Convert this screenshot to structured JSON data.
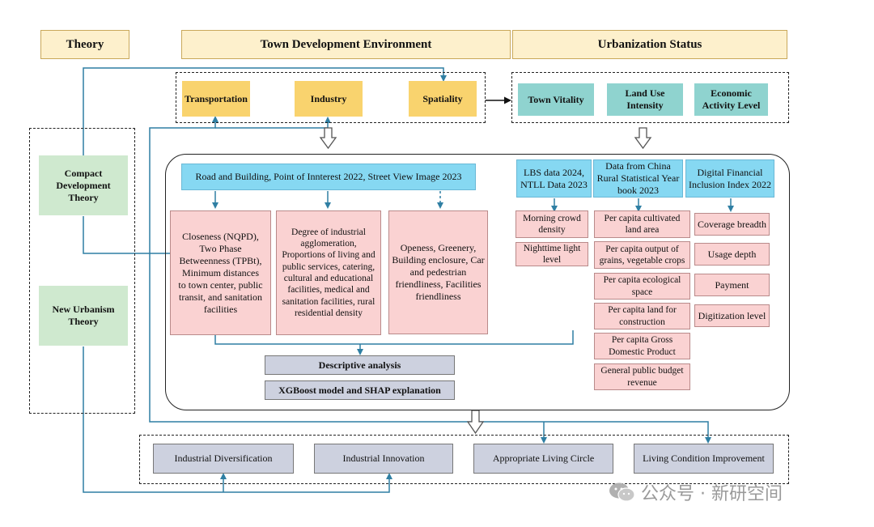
{
  "headers": {
    "theory": "Theory",
    "environment": "Town Development Environment",
    "status": "Urbanization Status"
  },
  "environment_items": [
    "Transportation",
    "Industry",
    "Spatiality"
  ],
  "status_items": [
    "Town Vitality",
    "Land Use Intensity",
    "Economic Activity Level"
  ],
  "theories": [
    "Compact Development Theory",
    "New Urbanism Theory"
  ],
  "data_sources": {
    "environment": "Road and Building, Point of Innterest 2022, Street View Image 2023",
    "lbs": "LBS data 2024, NTLL Data 2023",
    "china": "Data from China Rural Statistical Year book 2023",
    "finance": "Digital Financial Inclusion Index 2022"
  },
  "indicators": {
    "transportation": "Closeness (NQPD), Two Phase Betweenness (TPBt), Minimum distances to town center, public transit, and sanitation facilities",
    "industry": "Degree of industrial agglomeration, Proportions of living and public services, catering, cultural and educational facilities, medical and sanitation facilities, rural residential density",
    "spatiality": "Openess, Greenery, Building enclosure, Car and pedestrian friendliness, Facilities friendliness",
    "vitality": [
      "Morning crowd density",
      "Nighttime light level"
    ],
    "land_use": [
      "Per capita cultivated land area",
      "Per capita output of grains, vegetable crops",
      "Per capita ecological space",
      "Per capita land for construction",
      "Per capita Gross Domestic Product",
      "General public budget revenue"
    ],
    "economic": [
      "Coverage breadth",
      "Usage depth",
      "Payment",
      "Digitization level"
    ]
  },
  "analysis": [
    "Descriptive analysis",
    "XGBoost model and SHAP explanation"
  ],
  "outcomes": [
    "Industrial Diversification",
    "Industrial Innovation",
    "Appropriate Living Circle",
    "Living Condition Improvement"
  ],
  "watermark": "公众号 · 新研空间",
  "colors": {
    "header_fill": "#fdf0cc",
    "environment_fill": "#f9d36e",
    "status_fill": "#8fd3cf",
    "theory_fill": "#cfe9cf",
    "source_fill": "#86d8f2",
    "indicator_fill": "#fad2d2",
    "analysis_fill": "#cdd1df",
    "connector": "#2f7fa3"
  }
}
